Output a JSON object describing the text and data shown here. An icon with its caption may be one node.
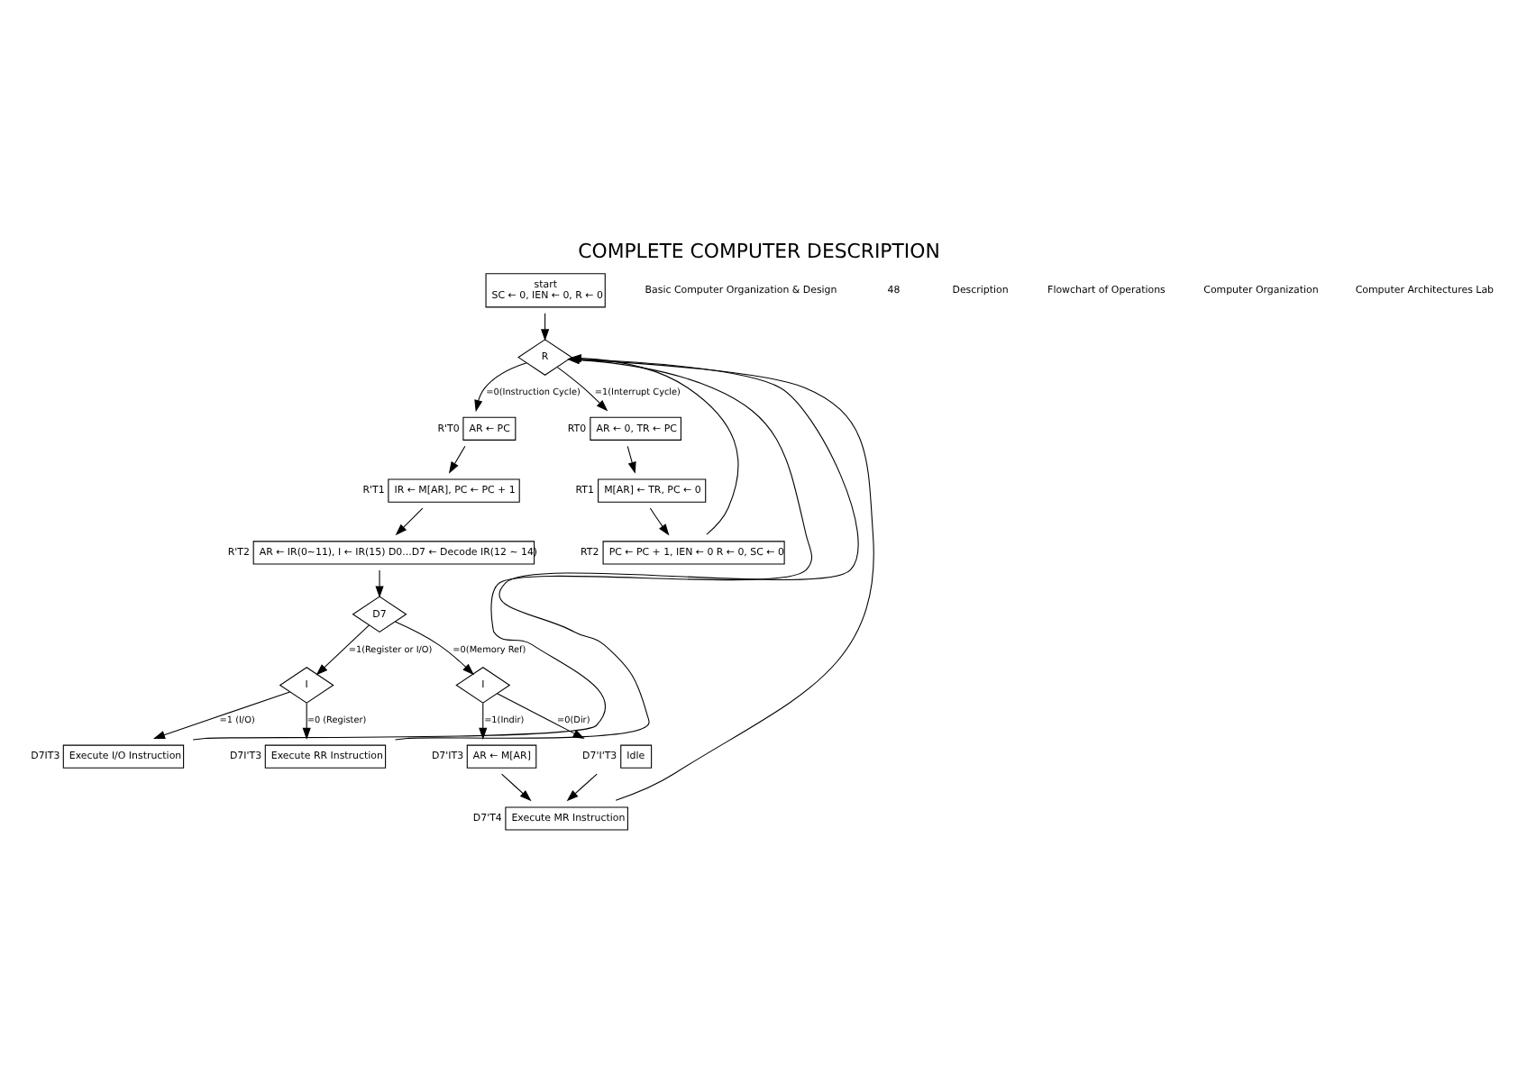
{
  "diagram": {
    "title": "COMPLETE COMPUTER DESCRIPTION",
    "nodes": [
      {
        "text": [
          "start",
          "SC ← 0, IEN ← 0, R ← 0"
        ]
      },
      {
        "text": [
          "R"
        ]
      },
      {
        "text": [
          "AR ← PC"
        ],
        "beside": [
          "R'T0"
        ]
      },
      {
        "text": [
          "IR ← M[AR], PC ← PC + 1"
        ],
        "beside": [
          "R'T1"
        ]
      },
      {
        "text": [
          "AR ← IR(0~11), I ← IR(15) D0...D7 ← Decode IR(12 ~ 14)"
        ],
        "beside": [
          "R'T2"
        ]
      },
      {
        "text": [
          "AR ← 0, TR ← PC"
        ],
        "beside": [
          "RT0"
        ]
      },
      {
        "text": [
          "M[AR] ← TR, PC ← 0"
        ],
        "beside": [
          "RT1"
        ]
      },
      {
        "text": [
          "PC ← PC + 1, IEN ← 0 R ← 0, SC ← 0"
        ],
        "beside": [
          "RT2"
        ]
      },
      {
        "text": [
          "D7"
        ]
      },
      {
        "text": [
          "I"
        ]
      },
      {
        "text": [
          "I"
        ]
      },
      {
        "text": [
          "Execute I/O Instruction"
        ],
        "beside": [
          "D7IT3"
        ]
      },
      {
        "text": [
          "Execute RR Instruction"
        ],
        "beside": [
          "D7I'T3"
        ]
      },
      {
        "text": [
          "AR ← M[AR]"
        ],
        "beside": [
          "D7'IT3"
        ]
      },
      {
        "text": [
          "Idle"
        ],
        "beside": [
          "D7'I'T3"
        ]
      },
      {
        "text": [
          "Execute MR Instruction"
        ],
        "beside": [
          "D7'T4"
        ]
      }
    ],
    "edges": [
      {
        "from": 0,
        "to": 1,
        "arrow": "to"
      },
      {
        "from": 1,
        "to": 2,
        "arrow": "to",
        "label": "=0(Instruction Cycle)"
      },
      {
        "from": 1,
        "to": 5,
        "arrow": "to",
        "label": "=1(Interrupt Cycle)"
      },
      {
        "from": 2,
        "to": 3,
        "arrow": "to"
      },
      {
        "from": 3,
        "to": 4,
        "arrow": "to"
      },
      {
        "from": 5,
        "to": 6,
        "arrow": "to"
      },
      {
        "from": 6,
        "to": 7,
        "arrow": "to"
      },
      {
        "from": 4,
        "to": 8,
        "arrow": "to"
      },
      {
        "from": 7,
        "to": 1,
        "arrow": "to"
      },
      {
        "from": 8,
        "to": 9,
        "arrow": "to",
        "label": "=1(Register or I/O)"
      },
      {
        "from": 8,
        "to": 10,
        "arrow": "to",
        "label": "=0(Memory Ref)"
      },
      {
        "from": 9,
        "to": 11,
        "arrow": "to",
        "label": "=1 (I/O)"
      },
      {
        "from": 9,
        "to": 12,
        "arrow": "to",
        "label": "=0 (Register)"
      },
      {
        "from": 10,
        "to": 13,
        "arrow": "to",
        "label": "=1(Indir)"
      },
      {
        "from": 10,
        "to": 14,
        "arrow": "to",
        "label": "=0(Dir)"
      },
      {
        "from": 13,
        "to": 15,
        "arrow": "to"
      },
      {
        "from": 14,
        "to": 15,
        "arrow": "to"
      },
      {
        "from": 11,
        "to": 1,
        "arrow": "to"
      },
      {
        "from": 12,
        "to": 1,
        "arrow": "to"
      },
      {
        "from": 15,
        "to": 1,
        "arrow": "to"
      }
    ],
    "labels": [
      "Basic Computer Organization & Design",
      "48",
      "Description",
      "Flowchart of Operations",
      "Computer Organization",
      "Computer Architectures Lab"
    ]
  }
}
